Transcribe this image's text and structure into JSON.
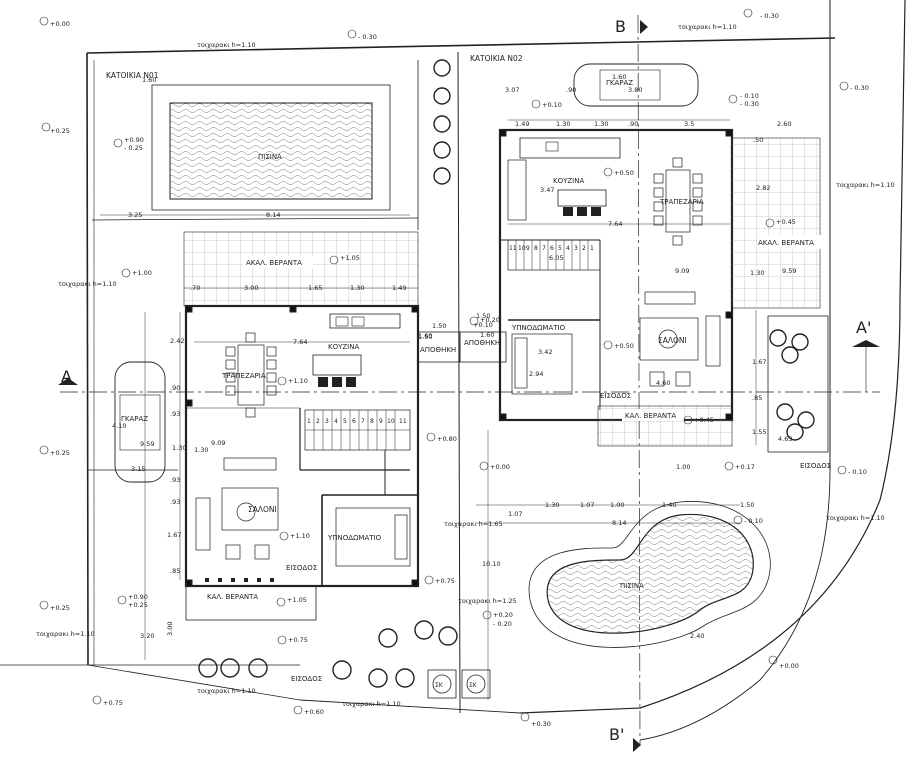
{
  "houses": {
    "n01": "ΚΑΤΟΙΚΙΑ Ν01",
    "n02": "ΚΑΤΟΙΚΙΑ Ν02"
  },
  "section_marks": {
    "a_left": "A",
    "a_right": "A'",
    "b_top": "B",
    "b_bottom": "B'"
  },
  "rooms": {
    "pool_left": "ΠΙΣΙΝΑ",
    "pool_right": "ΠΙΣΙΝΑ",
    "veranda_back_left": "ΑΚΑΛ. ΒΕΡΑΝΤΑ",
    "veranda_back_right": "ΑΚΑΛ. ΒΕΡΑΝΤΑ",
    "veranda_front_left": "ΚΑΛ. ΒΕΡΑΝΤΑ",
    "veranda_front_right": "ΚΑΛ. ΒΕΡΑΝΤΑ",
    "kitchen_left": "ΚΟΥΖΙΝΑ",
    "kitchen_right": "ΚΟΥΖΙΝΑ",
    "dining_left": "ΤΡΑΠΕΖΑΡΙΑ",
    "dining_right": "ΤΡΑΠΕΖΑΡΙΑ",
    "living_left": "ΣΑΛΟΝΙ",
    "living_right": "ΣΑΛΟΝΙ",
    "bedroom_left": "ΥΠΝΟΔΩΜΑΤΙΟ",
    "bedroom_right": "ΥΠΝΟΔΩΜΑΤΙΟ",
    "garage_left": "ΓΚΑΡΑΖ",
    "garage_right": "ΓΚΑΡΑΖ",
    "storage_left": "ΑΠΟΘΗΚΗ",
    "storage_right": "ΑΠΟΘΗΚΗ",
    "entrance_left": "ΕΙΣΟΔΟΣ",
    "entrance_right": "ΕΙΣΟΔΟΣ",
    "entrance_bottom": "ΕΙΣΟΔΟΣ",
    "entrance_corner": "ΕΙΣΟΔΟΣ",
    "sk1": "ΣΚ",
    "sk2": "ΣΚ"
  },
  "walls": {
    "w1": "τοιχαρακι h=1.10",
    "w2": "τοιχαρακι h=1.10",
    "w3": "τοιχαρακι h=1.10",
    "w4": "τοιχαρακι h=1.10",
    "w5": "τοιχαρακι h=1.10",
    "w6": "τοιχαρακι h=1.10",
    "w7": "τοιχαρακι h=1.10",
    "w8": "τοιχαρακι h=1.10",
    "w9": "τοιχαρακι h=1.65",
    "w10": "τοιχαρακι h=1.25"
  },
  "levels": {
    "l1": "+0.00",
    "l2": "- 0.30",
    "l3": "- 0.30",
    "l4": "+0.25",
    "l5": "+0.90",
    "l6": "- 0.25",
    "l7": "+1.00",
    "l8": "+1.05",
    "l9": "+1.10",
    "l10": "+0.25",
    "l11": "+1.10",
    "l12": "+0.75",
    "l13": "+0.90",
    "l14": "+0.25",
    "l15": "+0.25",
    "l16": "+1.05",
    "l17": "+0.75",
    "l18": "+0.75",
    "l19": "+0.60",
    "l20": "+0.10",
    "l21": "+0.10",
    "l22": "- 0.10",
    "l23": "- 0.30",
    "l24": "- 0.30",
    "l25": "+0.50",
    "l26": "+0.45",
    "l27": "+0.50",
    "l28": "+0.20",
    "l29": "+0.80",
    "l30": "+0.45",
    "l31": "+0.00",
    "l32": "+0.17",
    "l33": "- 0.10",
    "l34": "- 0.10",
    "l35": "+0.20",
    "l36": "- 0.20",
    "l37": "+0.30",
    "l38": "+0.00"
  },
  "dims": {
    "d1": "1.60",
    "d2": "3.25",
    "d3": "8.14",
    "d4": "7.64",
    "d5": "2.42",
    "d6": "4.10",
    "d7": "9.59",
    "d8": "3.15",
    "d9": "9.09",
    "d10": "1.67",
    "d11": ".85",
    "d12": "3.20",
    "d13": "3.00",
    "d14": "3.00",
    "d15": "1.65",
    "d16": "1.30",
    "d17": "1.49",
    "d18": ".70",
    "d19": "1.50",
    "d20": "1.60",
    "d21": "3.07",
    "d22": "1.49",
    "d23": "1.30",
    "d24": "1.30",
    "d25": ".90",
    "d26": "3.5",
    "d27": "3.47",
    "d28": "7.64",
    "d29": "9.09",
    "d30": "9.59",
    "d31": "2.82",
    "d32": "3.42",
    "d33": "2.94",
    "d34": "4.60",
    "d35": "1.67",
    "d36": ".85",
    "d37": "1.55",
    "d38": "4.63",
    "d39": "8.14",
    "d40": "10.10",
    "d41": "2.40",
    "d42": "1.07",
    "d43": "1.30",
    "d44": "1.07",
    "d45": "1.00",
    "d46": "1.00",
    "d47": "1.50",
    "d48": ".93",
    "d49": ".93",
    "d50": "1.30",
    "d51": ".90",
    "d52": ".93",
    "d53": "1.30",
    "d54": "6.05",
    "d55": "3.80",
    "d56": "1.60",
    "d57": "1.50",
    "d58": "1.60",
    "d59": "2.60",
    "d60": ".50",
    "d61": "1.30",
    "d62": ".90",
    "d63": "1.40",
    "d64": "1.50"
  },
  "stairs_left": [
    "1",
    "2",
    "3",
    "4",
    "5",
    "6",
    "7",
    "8",
    "9",
    "10",
    "11"
  ],
  "stairs_right": [
    "11",
    "10",
    "9",
    "8",
    "7",
    "6",
    "5",
    "4",
    "3",
    "2",
    "1"
  ]
}
